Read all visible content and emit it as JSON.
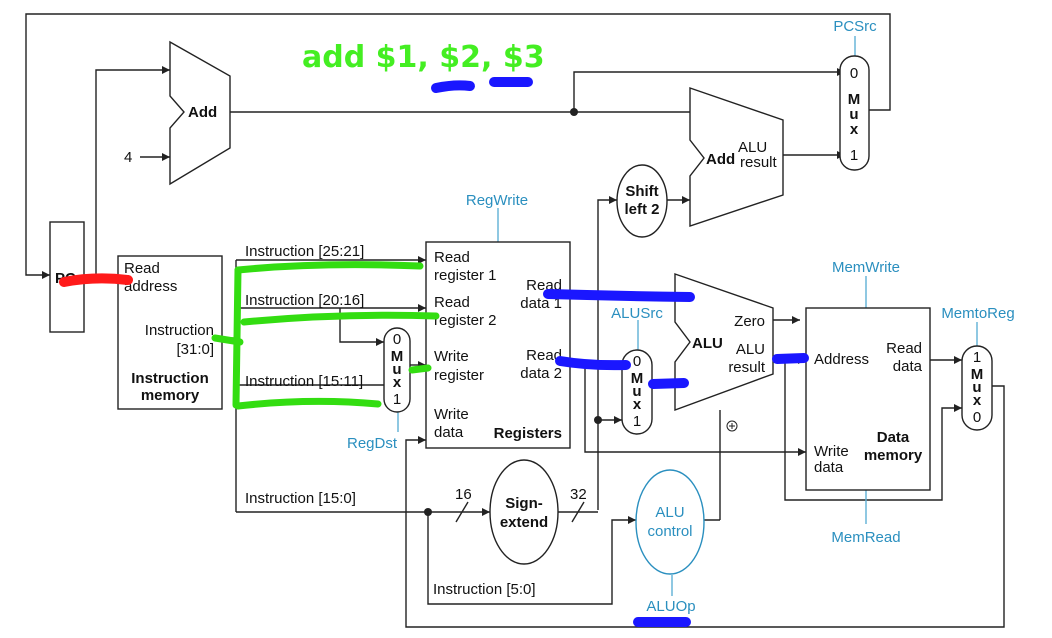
{
  "annotation": {
    "instruction": "add $1, $2, $3"
  },
  "blocks": {
    "pc": "PC",
    "add_top": "Add",
    "const_four": "4",
    "add_alu": "Add",
    "add_alu_result": [
      "ALU",
      "result"
    ],
    "shift": [
      "Shift",
      "left 2"
    ],
    "instr_mem": {
      "read_address": [
        "Read",
        "address"
      ],
      "instruction": [
        "Instruction",
        "[31:0]"
      ],
      "name": [
        "Instruction",
        "memory"
      ]
    },
    "registers": {
      "read_reg1": [
        "Read",
        "register 1"
      ],
      "read_reg2": [
        "Read",
        "register 2"
      ],
      "write_reg": [
        "Write",
        "register"
      ],
      "write_data": [
        "Write",
        "data"
      ],
      "read_data1": [
        "Read",
        "data 1"
      ],
      "read_data2": [
        "Read",
        "data 2"
      ],
      "name": "Registers"
    },
    "alu": {
      "name": "ALU",
      "zero": "Zero",
      "result": [
        "ALU",
        "result"
      ]
    },
    "data_mem": {
      "address": "Address",
      "read_data": [
        "Read",
        "data"
      ],
      "write_data": [
        "Write",
        "data"
      ],
      "name": [
        "Data",
        "memory"
      ]
    },
    "sign_extend": [
      "Sign-",
      "extend"
    ],
    "alu_control": [
      "ALU",
      "control"
    ]
  },
  "muxes": {
    "pc_mux": [
      "0",
      "M",
      "u",
      "x",
      "1"
    ],
    "reg_mux": [
      "0",
      "M",
      "u",
      "x",
      "1"
    ],
    "alu_mux": [
      "0",
      "M",
      "u",
      "x",
      "1"
    ],
    "mem_mux": [
      "1",
      "M",
      "u",
      "x",
      "0"
    ]
  },
  "wire_labels": {
    "instr_25_21": "Instruction [25:21]",
    "instr_20_16": "Instruction [20:16]",
    "instr_15_11": "Instruction [15:11]",
    "instr_15_0": "Instruction [15:0]",
    "instr_5_0": "Instruction [5:0]",
    "bits_16": "16",
    "bits_32": "32"
  },
  "control_signals": {
    "pcsrc": "PCSrc",
    "regwrite": "RegWrite",
    "memwrite": "MemWrite",
    "alusrc": "ALUSrc",
    "memtoreg": "MemtoReg",
    "regdst": "RegDst",
    "memread": "MemRead",
    "aluop": "ALUOp"
  },
  "colors": {
    "control": "#2a8fbf",
    "highlight_red": "#ff1a1a",
    "highlight_blue": "#1a17ff",
    "highlight_green": "#33dd11"
  }
}
